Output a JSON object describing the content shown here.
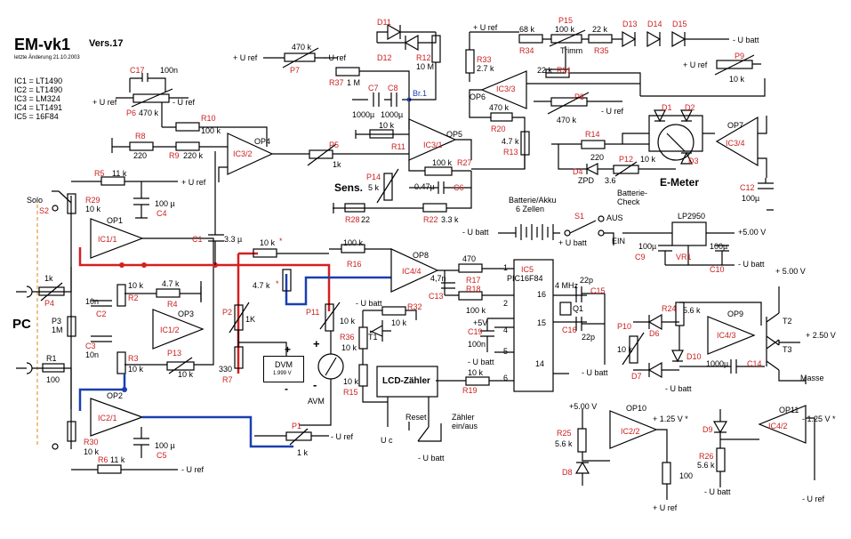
{
  "header": {
    "title": "EM-vk1",
    "version": "Vers.17",
    "last_change": "letzte Änderung 21.10.2003",
    "ic_list": [
      "IC1 = LT1490",
      "IC2 = LT1490",
      "IC3 = LM324",
      "IC4 = LT1491",
      "IC5 = 16F84"
    ]
  },
  "colors": {
    "wire": "#000000",
    "red_path": "#d42020",
    "blue_path": "#1a3fb0",
    "label_red": "#cc1f1f",
    "orange_dash": "#e69a3c"
  },
  "labels": {
    "pc": "PC",
    "solo": "Solo",
    "s2": "S2",
    "s1": "S1",
    "sens": "Sens.",
    "emeter": "E-Meter",
    "br1": "Br.1",
    "battery_title": "Batterie/Akku",
    "battery_cells": "6 Zellen",
    "battery_check": "Batterie-\nCheck",
    "aus": "AUS",
    "ein": "EIN",
    "lp2950": "LP2950",
    "vr1": "VR1",
    "lcd": "LCD-Zähler",
    "reset": "Reset",
    "counter_onoff": "Zähler\nein/aus",
    "uc": "U c",
    "dvm": "DVM",
    "dvm_value": "1.999 V",
    "avm": "AVM",
    "q1": "Q1",
    "mhz": "4 MHz",
    "ic5": "IC5",
    "pic": "PIC16F84",
    "masse": "Masse",
    "zpd": "ZPD",
    "zpd_val": "3.6",
    "trimm": "Trimm",
    "t1": "T1",
    "t2": "T2",
    "t3": "T3",
    "plus": "+",
    "minus": "-"
  },
  "voltages": {
    "u_ref_pos": "+ U ref",
    "u_ref_neg": "- U ref",
    "u_batt_pos": "+ U batt",
    "u_batt_neg": "- U batt",
    "v5": "+5.00 V",
    "v5b": "+ 5.00 V",
    "v5c": "+5V",
    "v5d": "+5.00 V",
    "v250": "+ 2.50 V",
    "v125": "+ 1.25 V *",
    "vm125": "- 1.25 V *",
    "star": "*"
  },
  "ops": {
    "op1": "OP1",
    "op2": "OP2",
    "op3": "OP3",
    "op4": "OP4",
    "op5": "OP5",
    "op6": "OP6",
    "op7": "OP7",
    "op8": "OP8",
    "op9": "OP9",
    "op10": "OP10",
    "op11": "OP11"
  },
  "ics": {
    "ic11": "IC1/1",
    "ic21": "IC2/1",
    "ic12": "IC1/2",
    "ic32": "IC3/2",
    "ic31": "IC3/1",
    "ic33": "IC3/3",
    "ic34": "IC3/4",
    "ic44": "IC4/4",
    "ic43": "IC4/3",
    "ic22": "IC2/2",
    "ic42": "IC4/2"
  },
  "parts": {
    "r1": "R1",
    "r1v": "100",
    "r2": "R2",
    "r2v": "10 k",
    "r3": "R3",
    "r3v": "10 k",
    "r4": "R4",
    "r4v": "4.7 k",
    "r5": "R5",
    "r5v": "11 k",
    "r6": "R6",
    "r6v": "11 k",
    "r7": "R7",
    "r7v": "330",
    "r8": "R8",
    "r8v": "220",
    "r9": "R9",
    "r9v": "220 k",
    "r10": "R10",
    "r10v": "100 k",
    "r11": "R11",
    "r11v": "10 k",
    "r12": "R12",
    "r12v": "10 M",
    "r13": "R13",
    "r13v": "4.7 k",
    "r14": "R14",
    "r14v": "220",
    "r15": "R15",
    "r15v": "10 k",
    "r16": "R16",
    "r16v": "100 k",
    "r17": "R17",
    "r17v": "470",
    "r18": "R18",
    "r18v": "100 k",
    "r19": "R19",
    "r19v": "10 k",
    "r20": "R20",
    "r20v": "470 k",
    "r22": "R22",
    "r22v": "3.3 k",
    "r24": "R24",
    "r24v": "5.6 k",
    "r25": "R25",
    "r25v": "5.6 k",
    "r26": "R26",
    "r26v": "5.6 k",
    "r27": "R27",
    "r27v": "100 k",
    "r28": "R28",
    "r28v": "22",
    "r29": "R29",
    "r29v": "10 k",
    "r30": "R30",
    "r30v": "10 k",
    "r31": "R31",
    "r31v": "22 k",
    "r32": "R32",
    "r32v": "10 k",
    "r33": "R33",
    "r33v": "2.7 k",
    "r34": "R34",
    "r34v": "68 k",
    "r35": "R35",
    "r35v": "22 k",
    "r36": "R36",
    "r36v": "10 k",
    "r37": "R37",
    "r37v": "1 M",
    "r10k_a": "10 k",
    "r10k_b": "10 k",
    "r10k_c": "10 k",
    "r10k_d": "10 k",
    "r10k_e": "10 k",
    "r10k_f": "10 k",
    "r100": "100",
    "r100k": "100 k",
    "r47k": "4.7 k",
    "p1": "P1",
    "p1v": "1 k",
    "p2": "P2",
    "p2v": "1K",
    "p3": "P3",
    "p3v": "1M",
    "p4": "P4",
    "p4v": "1k",
    "p5": "P5",
    "p5v": "1k",
    "p6": "P6",
    "p6v": "470 k",
    "p7": "P7",
    "p7v": "470 k",
    "p8": "P8",
    "p8v": "470 k",
    "p9": "P9",
    "p9v": "10 k",
    "p10": "P10",
    "p10v": "10 k",
    "p11": "P11",
    "p12": "P12",
    "p12v": "10 k",
    "p13": "P13",
    "p13v": "10 k",
    "p14": "P14",
    "p14v": "5 k",
    "p15": "P15",
    "p15v": "100 k",
    "c1": "C1",
    "c1v": "3.3 µ",
    "c2": "C2",
    "c2v": "10n",
    "c3": "C3",
    "c3v": "10n",
    "c4": "C4",
    "c4v": "100 µ",
    "c5": "C5",
    "c5v": "100 µ",
    "c6": "C6",
    "c6v": "0.47µ",
    "c7": "C7",
    "c7v": "1000µ",
    "c8": "C8",
    "c8v": "1000µ",
    "c9": "C9",
    "c9v": "100µ",
    "c10": "C10",
    "c10v": "100µ",
    "c12": "C12",
    "c12v": "100µ",
    "c13": "C13",
    "c13v": "4,7n",
    "c14": "C14",
    "c14v": "1000µ",
    "c15": "C15",
    "c15v": "22p",
    "c16": "C16",
    "c16v": "22p",
    "c17": "C17",
    "c17v": "100n",
    "c19": "C19",
    "c19v": "100n",
    "d1": "D1",
    "d2": "D2",
    "d3": "D3",
    "d4": "D4",
    "d6": "D6",
    "d7": "D7",
    "d8": "D8",
    "d9": "D9",
    "d10": "D10",
    "d11": "D11",
    "d12": "D12",
    "d13": "D13",
    "d14": "D14",
    "d15": "D15",
    "pin1": "1",
    "pin2": "2",
    "pin4": "4",
    "pin5": "5",
    "pin6": "6",
    "pin14": "14",
    "pin15": "15",
    "pin16": "16"
  }
}
